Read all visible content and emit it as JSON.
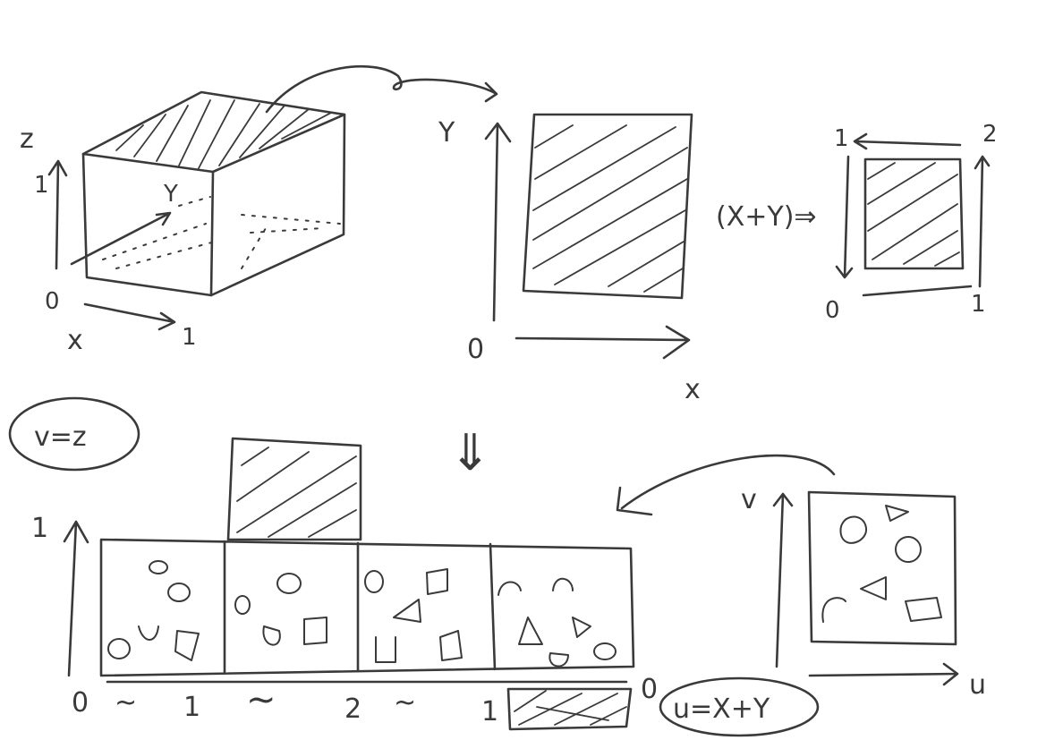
{
  "cube": {
    "axis_z": "z",
    "axis_y": "Y",
    "axis_x": "x",
    "origin": "0",
    "tick_z": "1",
    "tick_x": "1"
  },
  "square": {
    "axis_y": "Y",
    "axis_x": "x",
    "origin": "0"
  },
  "transform": {
    "expression": "(X+Y)⇒"
  },
  "small_square": {
    "corner_top_left": "1",
    "corner_top_right": "2",
    "corner_bottom_left": "0",
    "corner_bottom_right": "1"
  },
  "down_arrow": "⇓",
  "strip": {
    "v_label": "v=z",
    "axis_top": "1",
    "ticks": [
      "0",
      "~",
      "1",
      "~",
      "2",
      "~",
      "1"
    ],
    "end_label": "0"
  },
  "uv_square": {
    "axis_v": "v",
    "axis_u": "u",
    "u_label": "u=X+Y"
  }
}
